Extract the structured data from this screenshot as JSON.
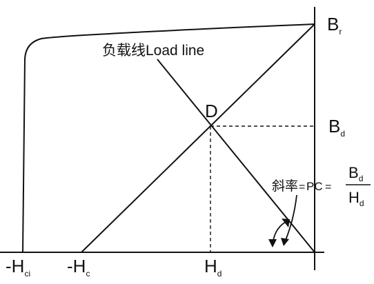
{
  "diagram": {
    "load_line_label": "负载线Load line",
    "point_label": "D",
    "remanence": {
      "main": "B",
      "sub": "r"
    },
    "bd": {
      "main": "B",
      "sub": "d"
    },
    "hd": {
      "main": "H",
      "sub": "d"
    },
    "hc": {
      "prefix": "-H",
      "sub": "c"
    },
    "hci": {
      "prefix": "-H",
      "sub": "ci"
    },
    "slope": {
      "text": "斜率",
      "eq1": "=",
      "pc": "PC",
      "eq2": "=",
      "num": {
        "main": "B",
        "sub": "d"
      },
      "den": {
        "main": "H",
        "sub": "d"
      }
    },
    "colors": {
      "line": "#111111",
      "background": "#ffffff"
    }
  }
}
